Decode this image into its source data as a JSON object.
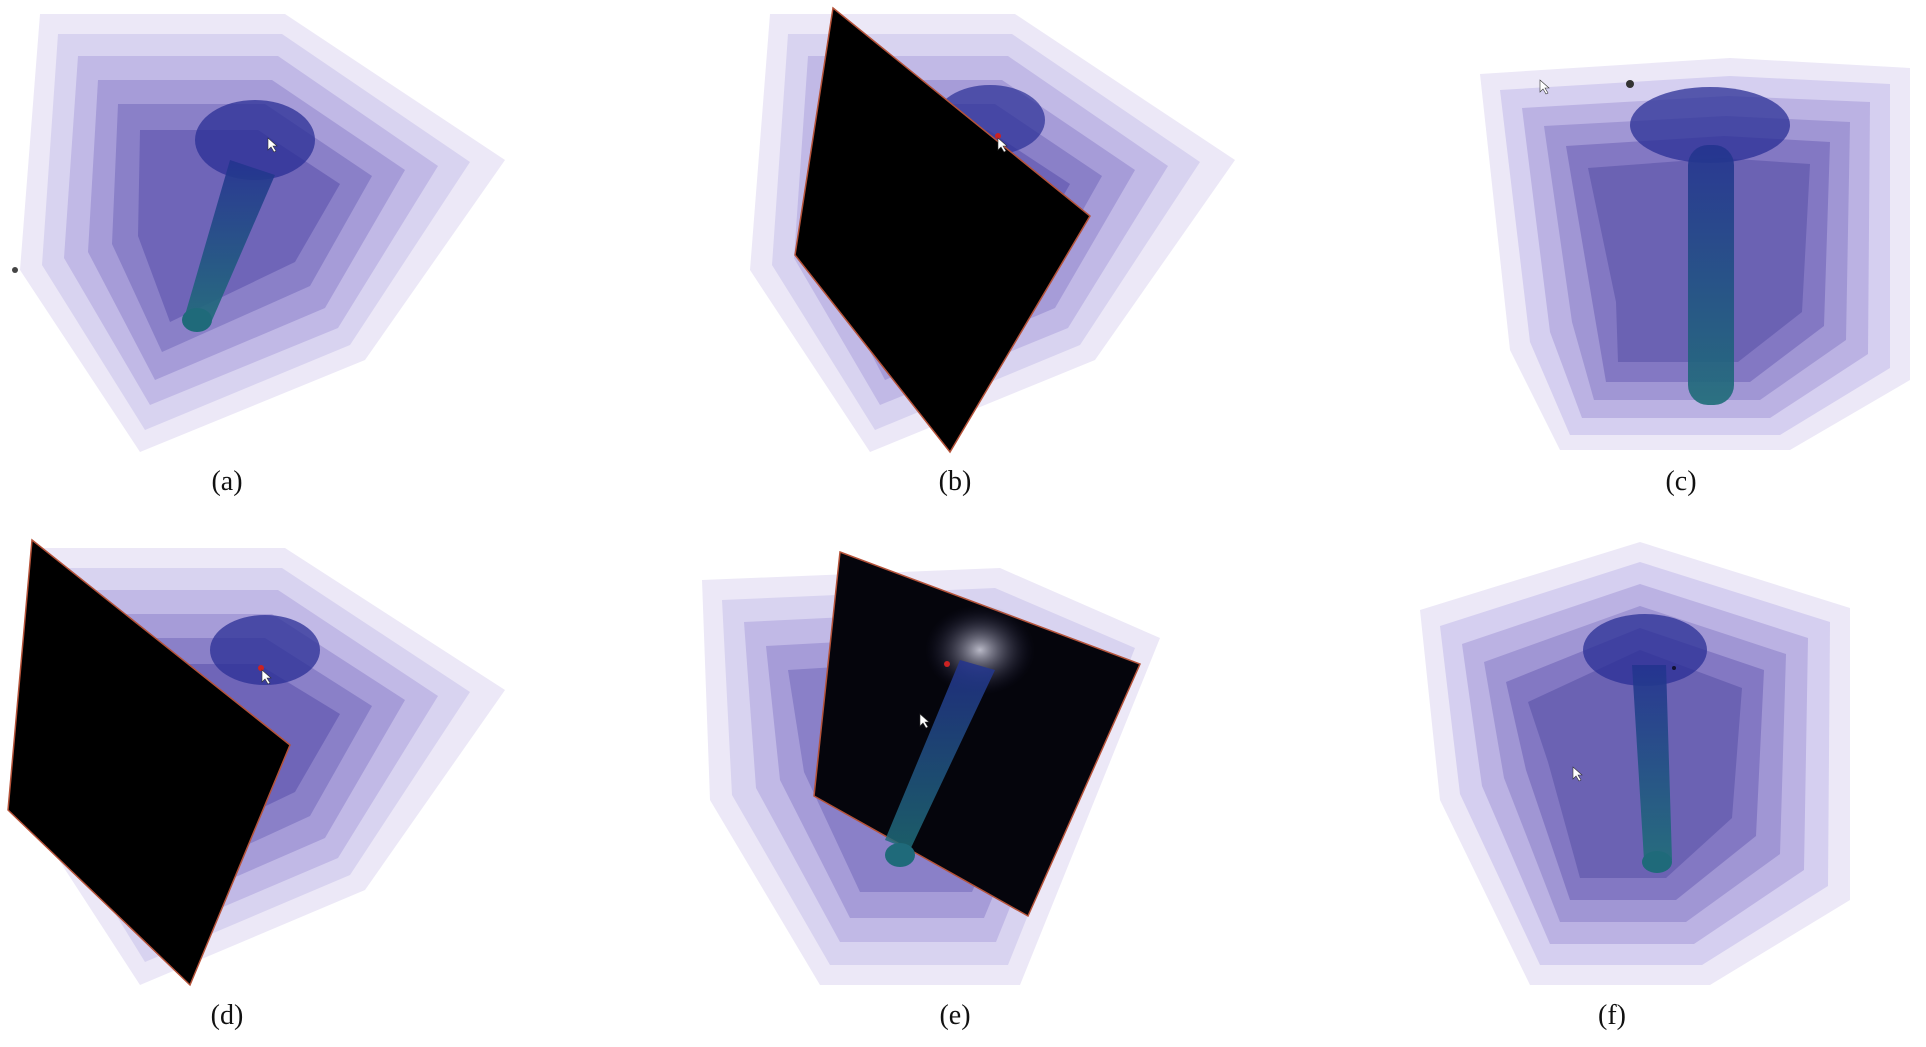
{
  "figure": {
    "background": "#ffffff",
    "volume_colors": {
      "outer": "#ece8f7",
      "mid": "#8d84c9",
      "inner": "#4a3f9e",
      "core": "#1d2b8c",
      "stem": "#1f6a7a"
    },
    "plane_color": "#000000",
    "plane_edge_color": "#b5533a",
    "marker_color": "#cc2222",
    "cursor_icon": "mouse-pointer-icon",
    "panels": [
      {
        "id": "a",
        "caption": "(a)",
        "plane": "none"
      },
      {
        "id": "b",
        "caption": "(b)",
        "plane": "opaque"
      },
      {
        "id": "c",
        "caption": "(c)",
        "plane": "none"
      },
      {
        "id": "d",
        "caption": "(d)",
        "plane": "opaque"
      },
      {
        "id": "e",
        "caption": "(e)",
        "plane": "slice-with-data"
      },
      {
        "id": "f",
        "caption": "(f)",
        "plane": "none"
      }
    ]
  }
}
